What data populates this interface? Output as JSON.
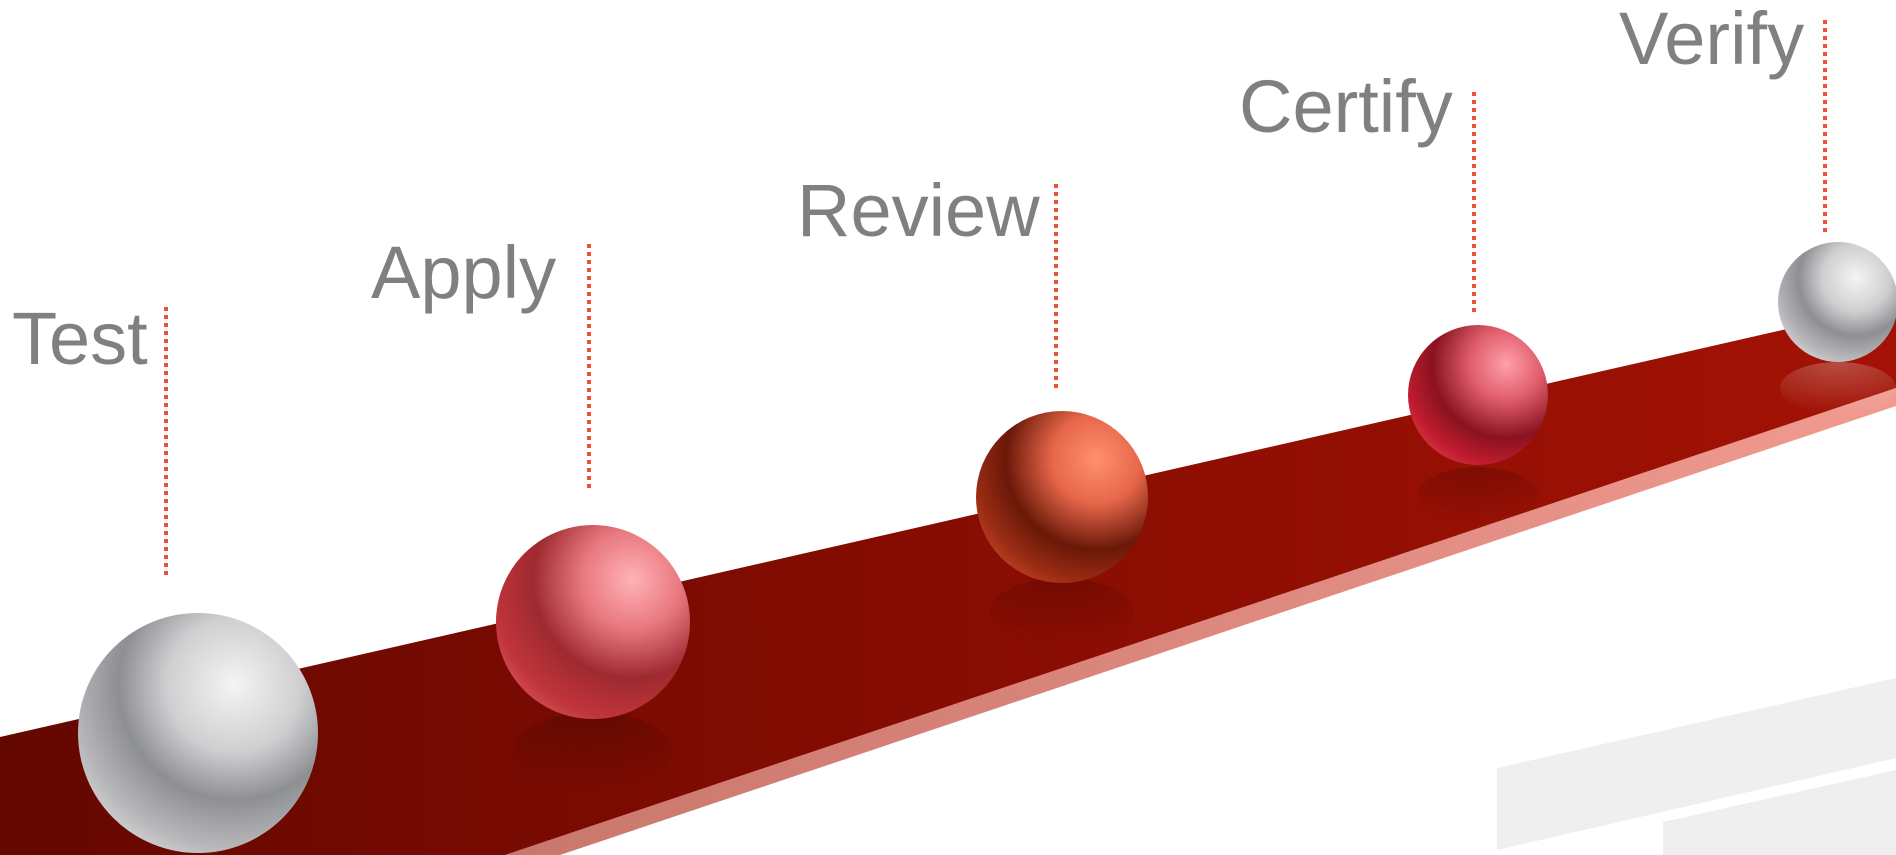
{
  "steps": [
    {
      "label": "Test",
      "sphere_color": "silver"
    },
    {
      "label": "Apply",
      "sphere_color": "rose-red"
    },
    {
      "label": "Review",
      "sphere_color": "orange-red"
    },
    {
      "label": "Certify",
      "sphere_color": "crimson"
    },
    {
      "label": "Verify",
      "sphere_color": "silver"
    }
  ],
  "colors": {
    "band_dark": "#6a0a00",
    "band_light": "#a31205",
    "band_edge": "#e08a80",
    "connector": "#f0503a",
    "label_text": "#808080",
    "ghost_panel": "#eeeeee"
  }
}
